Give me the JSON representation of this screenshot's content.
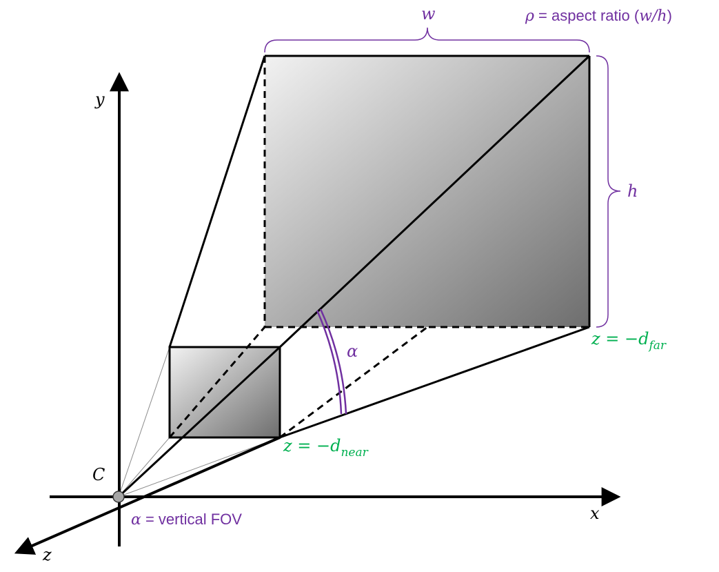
{
  "labels": {
    "y_axis": "y",
    "x_axis": "x",
    "z_axis": "z",
    "center": "C",
    "width": "w",
    "height": "h",
    "angle": "α",
    "aspect_symbol": "ρ",
    "aspect_text": " = aspect ratio (",
    "aspect_ratio_math": "w/h",
    "aspect_close": ")",
    "fov_symbol": "α",
    "fov_text": " = vertical FOV",
    "far_prefix": "z = −d",
    "far_sub": "far",
    "near_prefix": "z = −d",
    "near_sub": "near"
  },
  "colors": {
    "purple": "#7030a0",
    "green": "#00b050",
    "black": "#000000",
    "gradient_light": "#f2f2f2",
    "gradient_dark": "#6e6e6e",
    "origin_fill": "#a6a6a6"
  }
}
